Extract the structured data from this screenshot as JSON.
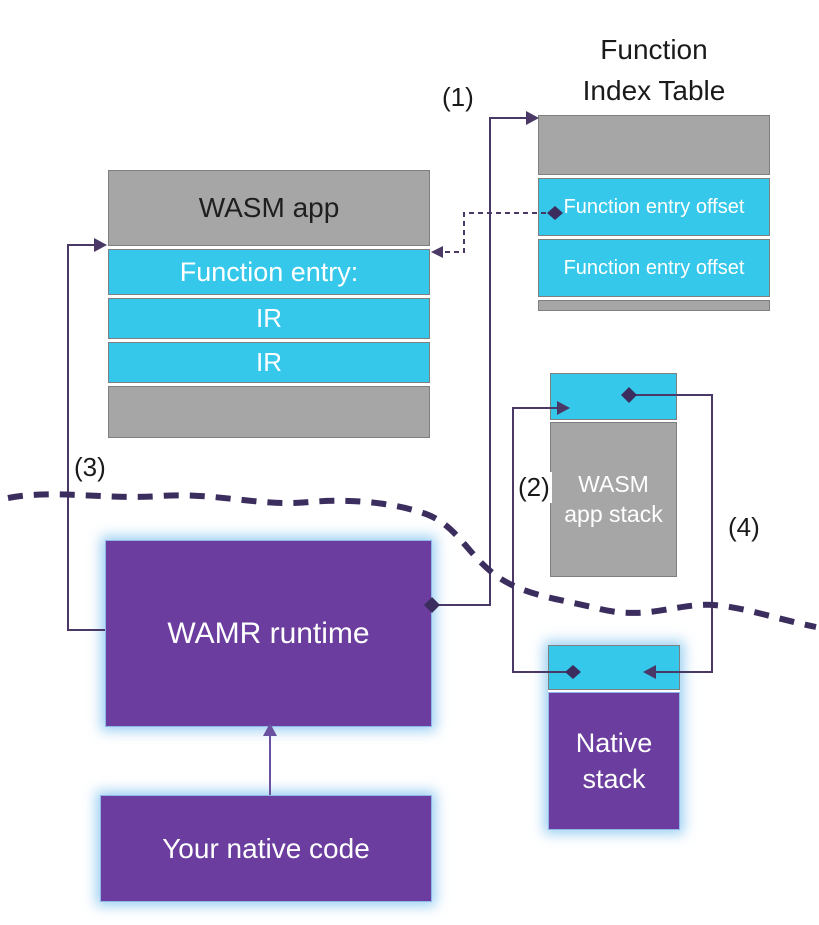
{
  "diagram": {
    "title": {
      "line1": "Function",
      "line2": "Index Table"
    },
    "step_labels": {
      "s1": "(1)",
      "s2": "(2)",
      "s3": "(3)",
      "s4": "(4)"
    },
    "function_index_table": {
      "rows": [
        "Function entry offset",
        "Function entry offset"
      ]
    },
    "wasm_app": {
      "header": "WASM app",
      "rows": [
        "Function entry:",
        "IR",
        "IR"
      ]
    },
    "wasm_app_stack": {
      "label": "WASM app stack"
    },
    "native_stack": {
      "label": "Native stack"
    },
    "wamr_runtime": {
      "label": "WAMR runtime"
    },
    "your_native_code": {
      "label": "Your native code"
    }
  },
  "colors": {
    "gray": "#a6a6a6",
    "cyan": "#35c8ea",
    "purple": "#6a3d9e",
    "connector": "#4a3866",
    "divider": "#3b2e5e",
    "glow": "#8cc8f0"
  }
}
